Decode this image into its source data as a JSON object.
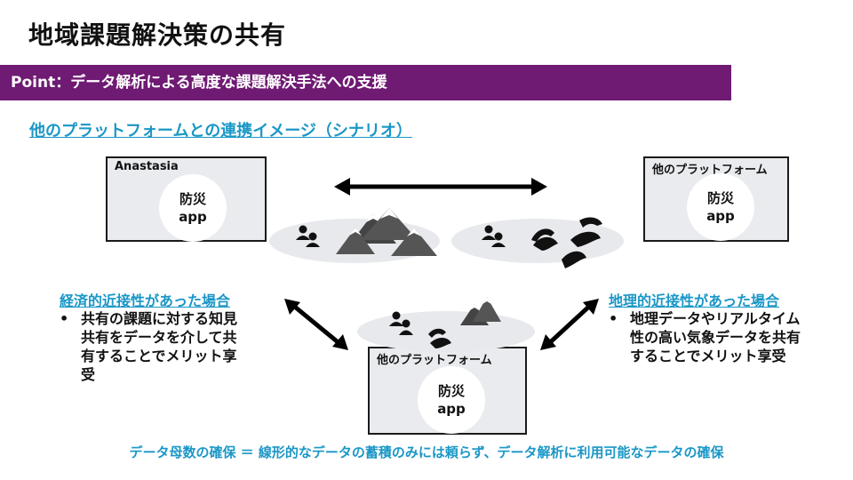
{
  "slide": {
    "title": "地域課題解決策の共有",
    "point_bar": "Point：データ解析による高度な課題解決手法への支援",
    "subtitle": "他のプラットフォームとの連携イメージ（シナリオ）"
  },
  "boxes": {
    "top_left": {
      "label": "Anastasia",
      "app_line1": "防災",
      "app_line2": "app"
    },
    "top_right": {
      "label": "他のプラットフォーム",
      "app_line1": "防災",
      "app_line2": "app"
    },
    "bottom_center": {
      "label": "他のプラットフォーム",
      "app_line1": "防災",
      "app_line2": "app"
    }
  },
  "left_case": {
    "heading": "経済的近接性があった場合",
    "bullet_marker": "•",
    "lines": [
      "共有の課題に対する知見",
      "共有をデータを介して共",
      "有することでメリット享",
      "受"
    ]
  },
  "right_case": {
    "heading": "地理的近接性があった場合",
    "bullet_marker": "•",
    "lines": [
      "地理データやリアルタイム",
      "性の高い気象データを共有",
      "することでメリット享受"
    ]
  },
  "footer": "データ母数の確保 ＝ 線形的なデータの蓄積のみには頼らず、データ解析に利用可能なデータの確保",
  "colors": {
    "accent_purple": "#6f1a73",
    "accent_blue": "#1a97c6",
    "box_fill": "#e9ebee"
  },
  "icons": [
    "people-icon",
    "mountains-icon",
    "rivers-icon",
    "double-arrow-icon"
  ]
}
